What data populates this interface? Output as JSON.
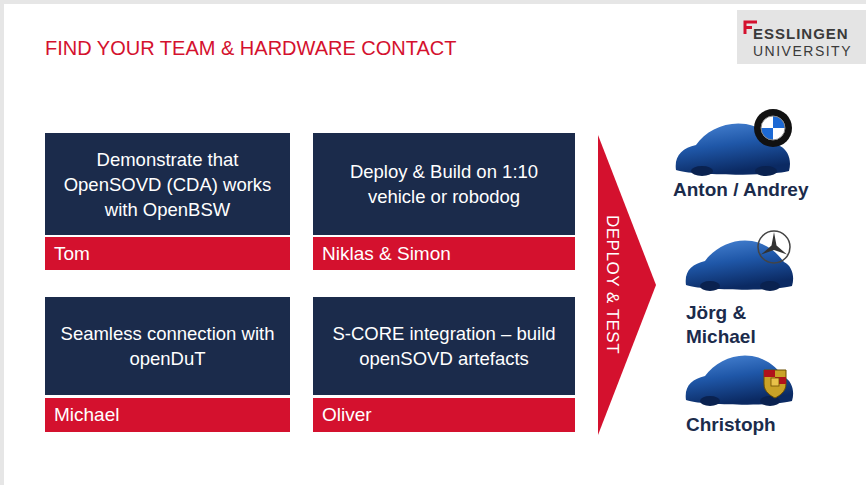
{
  "diagram": {
    "title": "FIND YOUR TEAM & HARDWARE CONTACT",
    "nodes": [
      {
        "text": [
          "Demonstrate that OpenSOVD (CDA) works with OpenBSW"
        ]
      },
      {
        "text": [
          "Tom"
        ]
      },
      {
        "text": [
          "Deploy & Build on 1:10 vehicle or robodog"
        ]
      },
      {
        "text": [
          "Niklas & Simon"
        ]
      },
      {
        "text": [
          "Seamless connection with openDuT"
        ]
      },
      {
        "text": [
          "Michael"
        ]
      },
      {
        "text": [
          "S-CORE integration – build openSOVD artefacts"
        ]
      },
      {
        "text": [
          "Oliver"
        ]
      },
      {
        "text": [
          "DEPLOY & TEST"
        ]
      }
    ],
    "labels": [
      "ESSLINGEN",
      "UNIVERSITY",
      "Anton / Andrey",
      "Jörg & Michael",
      "Christoph"
    ]
  }
}
